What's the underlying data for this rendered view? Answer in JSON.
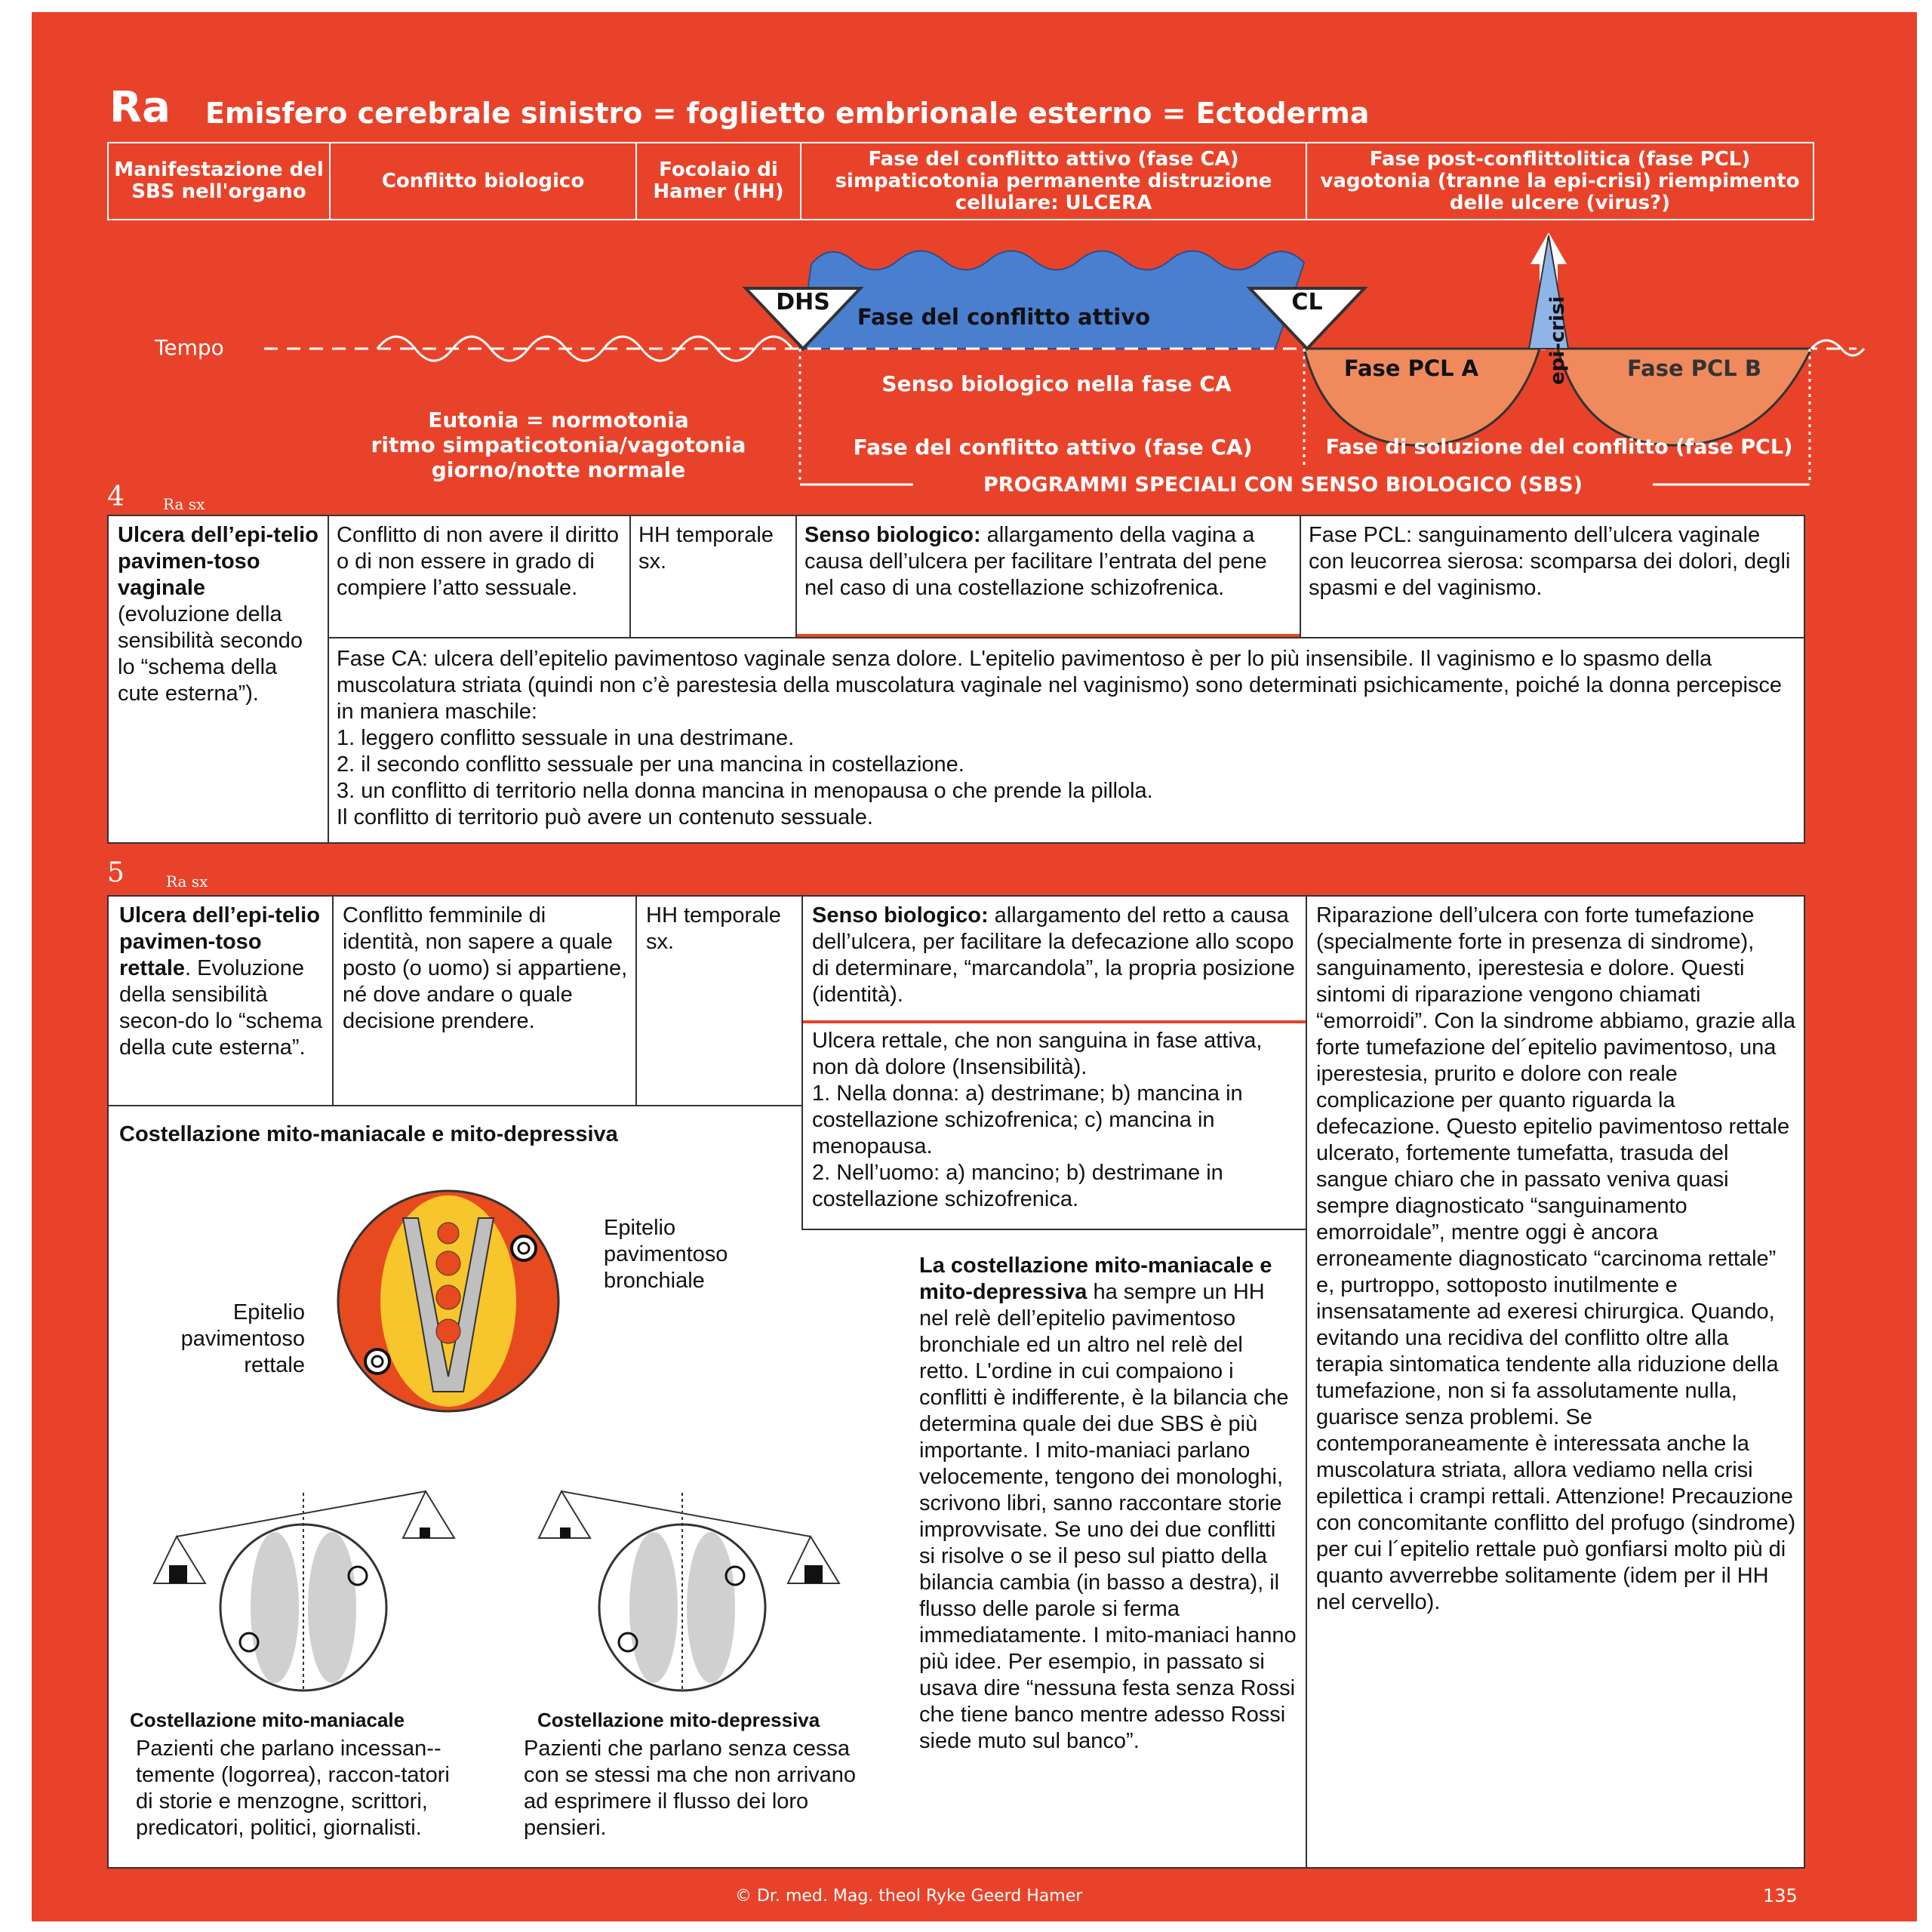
{
  "title": {
    "code": "Ra",
    "text": "Emisfero cerebrale sinistro = foglietto embrionale esterno = Ectoderma"
  },
  "header": {
    "col1": "Manifestazione del SBS nell'organo",
    "col2": "Conflitto biologico",
    "col3": "Focolaio di Hamer (HH)",
    "col4": "Fase del conflitto attivo (fase CA) simpaticotonia permanente distruzione cellulare: ULCERA",
    "col5": "Fase post-conflittolitica (fase PCL) vagotonia (tranne la epi-crisi) riempimento delle ulcere (virus?)"
  },
  "diagram": {
    "tempo": "Tempo",
    "dhs": "DHS",
    "cl": "CL",
    "active_phase": "Fase del conflitto attivo",
    "pcl_a": "Fase PCL A",
    "pcl_b": "Fase PCL B",
    "epicrisi": "epi-crisi",
    "senso_ca": "Senso biologico nella fase CA",
    "eutonia_1": "Eutonia = normotonia",
    "eutonia_2": "ritmo simpaticotonia/vagotonia",
    "eutonia_3": "giorno/notte normale",
    "phase_ca": "Fase del conflitto attivo (fase CA)",
    "phase_pcl": "Fase di soluzione del conflitto (fase PCL)",
    "sbs": "PROGRAMMI SPECIALI CON SENSO BIOLOGICO (SBS)"
  },
  "section4": {
    "num": "4",
    "sub": "Ra sx",
    "organ_bold": "Ulcera dell’epi-telio pavimen-toso vaginale",
    "organ_rest": "(evoluzione della sensibilità secondo lo “schema della cute esterna”).",
    "conflict": "Conflitto di non avere il diritto o di non essere in grado di compiere l’atto sessuale.",
    "hh": "HH temporale sx.",
    "senso_label": "Senso biologico:",
    "senso_text": " allargamento della vagina a causa dell’ulcera per facilitare l’entrata del pene nel caso di una costellazione schizofrenica.",
    "pcl": "Fase PCL: sanguinamento dell’ulcera vaginale con leucorrea sierosa: scomparsa dei dolori, degli spasmi e del vaginismo.",
    "ca_1": "Fase CA: ulcera dell’epitelio pavimentoso vaginale senza dolore. L'epitelio pavimentoso è per lo più insensibile. Il vaginismo e lo spasmo della muscolatura striata (quindi non c’è parestesia della muscolatura vaginale nel vaginismo) sono determinati psichicamente, poiché  la donna percepisce in maniera maschile:",
    "ca_2": "1. leggero conflitto sessuale in una destrimane.",
    "ca_3": "2. il secondo conflitto sessuale per una mancina in costellazione.",
    "ca_4": "3. un conflitto di territorio nella donna mancina in menopausa o che prende la pillola.",
    "ca_5": "Il conflitto di territorio può avere un contenuto sessuale."
  },
  "section5": {
    "num": "5",
    "sub": "Ra sx",
    "organ_bold": "Ulcera dell’epi-telio pavimen-toso rettale",
    "organ_rest": ". Evoluzione della sensibilità secon-do lo “schema della cute esterna”.",
    "conflict": "Conflitto femminile di identità, non sapere a quale posto (o uomo) si appartiene, né dove andare o quale decisione prendere.",
    "hh": "HH temporale sx.",
    "senso_label": "Senso biologico:",
    "senso_text": " allargamento del retto a causa dell’ulcera, per facilitare la defecazione allo scopo di determinare, “marcandola”, la propria posizione (identità).",
    "ca_1": "Ulcera rettale, che non sanguina in fase attiva, non dà dolore (Insensibilità).",
    "ca_2": "1. Nella donna: a) destrimane; b) mancina in costellazione schizofrenica; c) mancina in menopausa.",
    "ca_3": "2. Nell’uomo: a) mancino; b) destrimane in costellazione schizofrenica.",
    "pcl": "Riparazione dell’ulcera con forte tumefazione (specialmente forte in presenza di sindrome), sanguinamento, iperestesia e dolore. Questi sintomi di riparazione vengono chiamati “emorroidi”. Con la sindrome abbiamo, grazie alla forte tumefazione del´epitelio pavimentoso, una iperestesia, prurito e dolore con reale complicazione per quanto riguarda la defecazione. Questo epitelio pavimentoso rettale ulcerato, fortemente tumefatta, trasuda del sangue chiaro che in passato veniva quasi sempre diagnosticato “sanguinamento emorroidale”, mentre oggi è ancora erroneamente diagnosticato “carcinoma rettale” e, purtroppo, sottoposto inutilmente e insensatamente ad exeresi chirurgica. Quando, evitando una recidiva del conflitto oltre alla terapia sintomatica tendente alla riduzione della tumefazione, non si fa assolutamente nulla, guarisce senza problemi. Se contemporaneamente è interessata anche la muscolatura striata, allora vediamo nella crisi epilettica i crampi rettali. Attenzione! Precauzione con concomitante conflitto del profugo (sindrome) per cui l´epitelio rettale può gonfiarsi molto più di quanto avverrebbe solitamente (idem per il HH nel cervello).",
    "costellazione_title": "Costellazione mito-maniacale e mito-depressiva",
    "label_bronch": "Epitelio pavimentoso bronchiale",
    "label_rett": "Epitelio pavimentoso rettale",
    "maniac_title": "Costellazione mito-maniacale",
    "maniac_text": "Pazienti che parlano incessan--temente (logorrea), raccon-tatori di storie e menzogne, scrittori, predicatori, politici, giornalisti.",
    "depress_title": "Costellazione mito-depressiva",
    "depress_text": "Pazienti che parlano senza cessa con se stessi ma che non arrivano ad esprimere il flusso dei loro pensieri.",
    "middle_title": "La costellazione mito-maniacale e mito-depressiva",
    "middle_text": "ha sempre un HH nel relè dell’epitelio pavimentoso bronchiale ed un altro nel relè del retto. L'ordine in cui compaiono i conflitti è indifferente, è la bilancia che determina quale dei due SBS è più importante. I mito-maniaci parlano velocemente, tengono dei monologhi, scrivono libri, sanno raccontare storie improvvisate. Se uno dei due conflitti si risolve o se il peso sul piatto della bilancia cambia (in basso a destra), il flusso delle parole si ferma immediatamente. I mito-maniaci hanno più idee. Per esempio, in passato si usava dire “nessuna festa senza Rossi che tiene banco mentre adesso Rossi siede muto sul banco”."
  },
  "footer": {
    "copyright": "© Dr. med. Mag. theol Ryke Geerd Hamer",
    "page": "135"
  },
  "colors": {
    "background": "#e8432a",
    "active_phase": "#4a7fd0",
    "pcl": "#f08a5d"
  }
}
